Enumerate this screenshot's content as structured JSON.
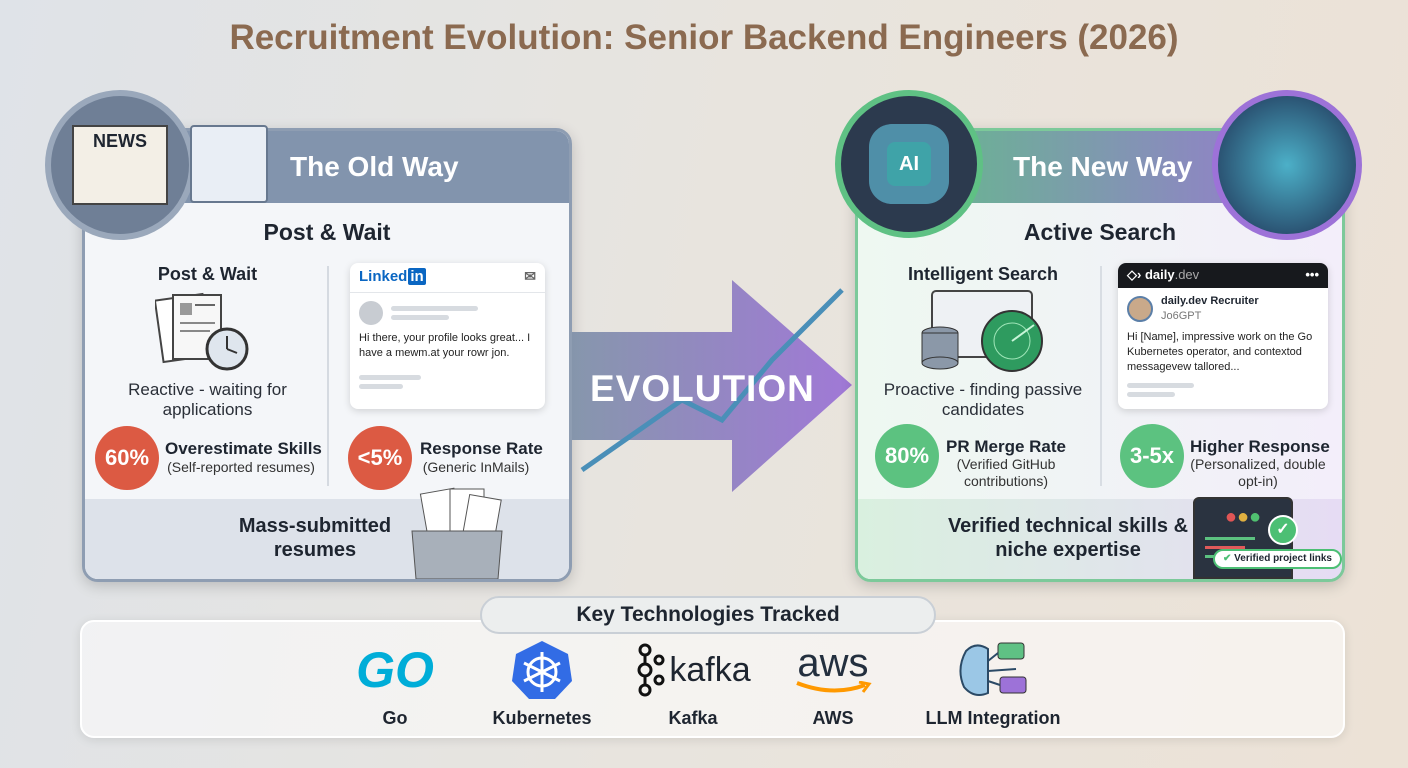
{
  "title": "Recruitment Evolution: Senior Backend Engineers (2026)",
  "old": {
    "header": "The Old Way",
    "icon_label": "NEWS",
    "subtitle": "Post & Wait",
    "left_heading": "Post & Wait",
    "left_caption": "Reactive - waiting for applications",
    "message": {
      "brand": "Linked",
      "brand_in": "in",
      "text": "Hi there, your profile looks great... I have a mewm.at your rowr jon."
    },
    "stats": [
      {
        "value": "60%",
        "title": "Overestimate Skills",
        "detail": "(Self-reported resumes)"
      },
      {
        "value": "<5%",
        "title": "Response Rate",
        "detail": "(Generic InMails)"
      }
    ],
    "footer": "Mass-submitted resumes"
  },
  "arrow_label": "EVOLUTION",
  "new": {
    "header": "The New Way",
    "icon_label": "AI",
    "subtitle": "Active Search",
    "left_heading": "Intelligent Search",
    "left_caption": "Proactive - finding passive candidates",
    "message": {
      "brand": "daily",
      "brand_suffix": ".dev",
      "sender": "daily.dev Recruiter",
      "sender_sub": "Jo6GPT",
      "text": "Hi [Name], impressive work on the Go Kubernetes operator, and contextod messagevew tallored...",
      "menu": "•••"
    },
    "stats": [
      {
        "value": "80%",
        "title": "PR Merge Rate",
        "detail": "(Verified GitHub contributions)"
      },
      {
        "value": "3-5x",
        "title": "Higher Response",
        "detail": "(Personalized, double opt-in)"
      }
    ],
    "footer": "Verified technical skills & niche expertise",
    "verified_label": "Verified project links"
  },
  "technologies": {
    "heading": "Key Technologies Tracked",
    "items": [
      {
        "name": "Go",
        "logo": "GO",
        "color": "#00add8"
      },
      {
        "name": "Kubernetes",
        "logo": "helm-wheel",
        "color": "#326ce5"
      },
      {
        "name": "Kafka",
        "logo": "kafka",
        "color": "#111111"
      },
      {
        "name": "AWS",
        "logo": "aws",
        "color": "#232f3e"
      },
      {
        "name": "LLM Integration",
        "logo": "brain-chat",
        "color": "#5a8fb8"
      }
    ]
  },
  "colors": {
    "title": "#8b6a50",
    "old_header": "#8294ad",
    "new_green": "#5fc184",
    "new_purple": "#9d72d8",
    "red_badge": "#dc5a43",
    "green_badge": "#5cc280"
  }
}
